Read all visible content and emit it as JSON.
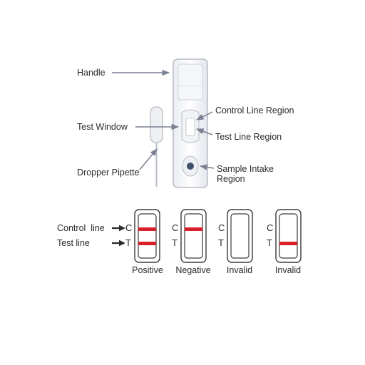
{
  "diagram": {
    "device_labels": {
      "handle": "Handle",
      "test_window": "Test Window",
      "dropper_pipette": "Dropper Pipette",
      "control_line_region": "Control Line Region",
      "test_line_region": "Test Line Region",
      "sample_intake_region_line1": "Sample Intake",
      "sample_intake_region_line2": "Region"
    },
    "legend": {
      "control_line": "Control  line",
      "test_line": "Test line"
    },
    "letters": {
      "c": "C",
      "t": "T"
    },
    "results": [
      {
        "label": "Positive",
        "control_line": true,
        "test_line": true
      },
      {
        "label": "Negative",
        "control_line": true,
        "test_line": false
      },
      {
        "label": "Invalid",
        "control_line": false,
        "test_line": false
      },
      {
        "label": "Invalid",
        "control_line": false,
        "test_line": true
      }
    ],
    "colors": {
      "line_red": "#d8202a",
      "outline": "#3a3a3a",
      "device_outline": "#b8bcc4",
      "arrow": "#7a7f92"
    }
  }
}
